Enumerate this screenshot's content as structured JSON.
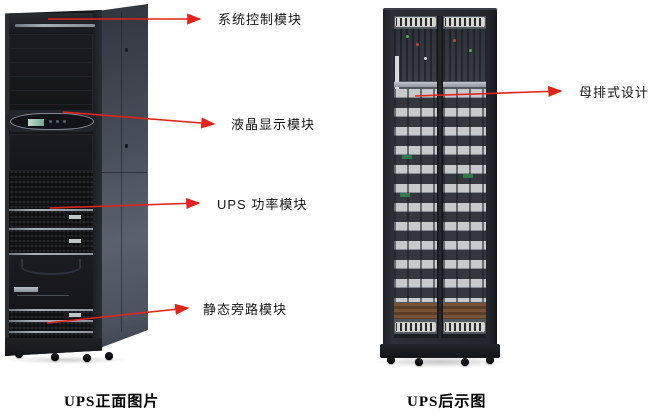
{
  "page": {
    "background": "#ffffff"
  },
  "colors": {
    "arrow_red": "#e42318",
    "label_text": "#141414",
    "lcd_green": "#6faa92"
  },
  "front_figure": {
    "caption": "UPS正面图片",
    "callouts": [
      {
        "id": "system-control-module",
        "label": "系统控制模块"
      },
      {
        "id": "lcd-display-module",
        "label": "液晶显示模块"
      },
      {
        "id": "ups-power-module",
        "label": "UPS 功率模块"
      },
      {
        "id": "static-bypass-module",
        "label": "静态旁路模块"
      }
    ]
  },
  "rear_figure": {
    "caption": "UPS后示图",
    "callouts": [
      {
        "id": "busbar-design",
        "label": "母排式设计"
      }
    ]
  }
}
